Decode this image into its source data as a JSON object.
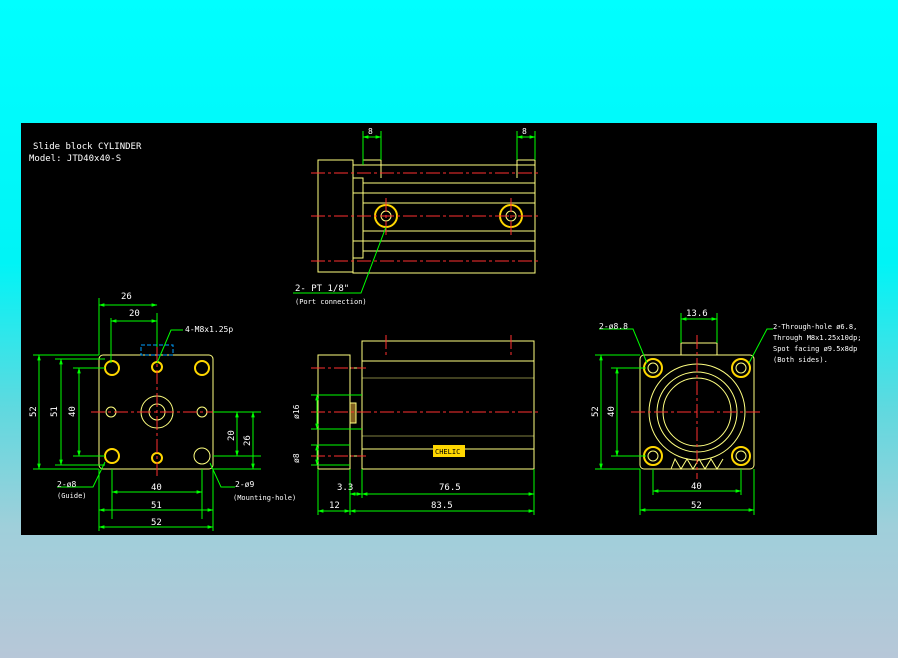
{
  "title": {
    "line1": "Slide block CYLINDER",
    "line2": "Model: JTD40x40-S"
  },
  "colors": {
    "background": "#000000",
    "outline": "#ffff80",
    "dimension": "#00ff00",
    "centerline": "#ff3030",
    "hidden": "#00a0ff",
    "text": "#ffffff",
    "label_band": "#ffd700"
  },
  "top_view": {
    "dim_left": "8",
    "dim_right": "8",
    "port_label": "2- PT 1/8\"",
    "port_note": "(Port connection)"
  },
  "left_view": {
    "dim_top_outer": "26",
    "dim_top_inner": "20",
    "thread_label": "4-M8x1.25p",
    "dim_height_52": "52",
    "dim_height_51": "51",
    "dim_height_40": "40",
    "dim_right_20": "20",
    "dim_right_26": "26",
    "guide_label": "2-ø8",
    "guide_note": "(Guide)",
    "mount_label": "2-ø9",
    "mount_note": "(Mounting-hole)",
    "dim_bottom_40": "40",
    "dim_bottom_51": "51",
    "dim_bottom_52": "52"
  },
  "front_view": {
    "dim_d16": "ø16",
    "dim_d8": "ø8",
    "dim_3_3": "3.3",
    "dim_76_5": "76.5",
    "dim_12": "12",
    "dim_83_5": "83.5",
    "brand": "CHELIC"
  },
  "right_view": {
    "dim_13_6": "13.6",
    "hole_label": "2-ø8.8",
    "through_line1": "2-Through-hole ø6.8,",
    "through_line2": "Through M8x1.25x10dp;",
    "through_line3": "Spot facing ø9.5x8dp",
    "through_line4": "(Both sides).",
    "dim_height_52": "52",
    "dim_height_40": "40",
    "dim_bottom_40": "40",
    "dim_bottom_52": "52"
  }
}
